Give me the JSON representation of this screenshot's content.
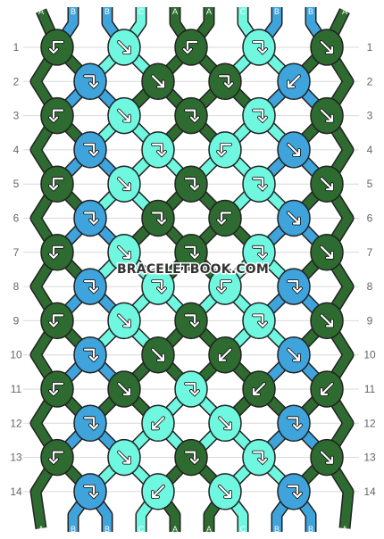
{
  "palette": {
    "A": "#2e6b30",
    "B": "#3fa3dc",
    "C": "#6ff7e0"
  },
  "colors_top": [
    "A",
    "B",
    "B",
    "C",
    "A",
    "A",
    "C",
    "B",
    "B",
    "A"
  ],
  "colors_bottom": [
    "A",
    "B",
    "B",
    "C",
    "A",
    "A",
    "C",
    "B",
    "B",
    "A"
  ],
  "rows": [
    "1",
    "2",
    "3",
    "4",
    "5",
    "6",
    "7",
    "8",
    "9",
    "10",
    "11",
    "12",
    "13",
    "14"
  ],
  "watermark": "BRACELETBOOK.COM",
  "knots": [
    [
      [
        "A",
        "bf"
      ],
      [
        "C",
        "f"
      ],
      [
        "A",
        "bf"
      ],
      [
        "C",
        "fb"
      ],
      [
        "A",
        "f"
      ]
    ],
    [
      [
        "B",
        "fb"
      ],
      [
        "A",
        "f"
      ],
      [
        "A",
        "fb"
      ],
      [
        "B",
        "b"
      ]
    ],
    [
      [
        "A",
        "bf"
      ],
      [
        "C",
        "f"
      ],
      [
        "A",
        "fb"
      ],
      [
        "C",
        "fb"
      ],
      [
        "A",
        "f"
      ]
    ],
    [
      [
        "B",
        "fb"
      ],
      [
        "C",
        "fb"
      ],
      [
        "C",
        "bf"
      ],
      [
        "B",
        "f"
      ]
    ],
    [
      [
        "A",
        "bf"
      ],
      [
        "C",
        "f"
      ],
      [
        "A",
        "fb"
      ],
      [
        "C",
        "fb"
      ],
      [
        "A",
        "f"
      ]
    ],
    [
      [
        "B",
        "fb"
      ],
      [
        "A",
        "fb"
      ],
      [
        "A",
        "bf"
      ],
      [
        "B",
        "f"
      ]
    ],
    [
      [
        "A",
        "bf"
      ],
      [
        "C",
        "f"
      ],
      [
        "A",
        "fb"
      ],
      [
        "C",
        "fb"
      ],
      [
        "A",
        "f"
      ]
    ],
    [
      [
        "B",
        "fb"
      ],
      [
        "C",
        "fb"
      ],
      [
        "C",
        "bf"
      ],
      [
        "B",
        "fb"
      ]
    ],
    [
      [
        "A",
        "bf"
      ],
      [
        "C",
        "f"
      ],
      [
        "A",
        "fb"
      ],
      [
        "C",
        "fb"
      ],
      [
        "A",
        "f"
      ]
    ],
    [
      [
        "B",
        "fb"
      ],
      [
        "A",
        "f"
      ],
      [
        "A",
        "b"
      ],
      [
        "B",
        "f"
      ]
    ],
    [
      [
        "A",
        "bf"
      ],
      [
        "A",
        "f"
      ],
      [
        "C",
        "fb"
      ],
      [
        "A",
        "b"
      ],
      [
        "A",
        "b"
      ]
    ],
    [
      [
        "B",
        "fb"
      ],
      [
        "C",
        "b"
      ],
      [
        "C",
        "f"
      ],
      [
        "B",
        "fb"
      ]
    ],
    [
      [
        "A",
        "bf"
      ],
      [
        "C",
        "f"
      ],
      [
        "A",
        "fb"
      ],
      [
        "C",
        "fb"
      ],
      [
        "A",
        "f"
      ]
    ],
    [
      [
        "B",
        "fb"
      ],
      [
        "C",
        "b"
      ],
      [
        "C",
        "f"
      ],
      [
        "B",
        "fb"
      ]
    ]
  ]
}
